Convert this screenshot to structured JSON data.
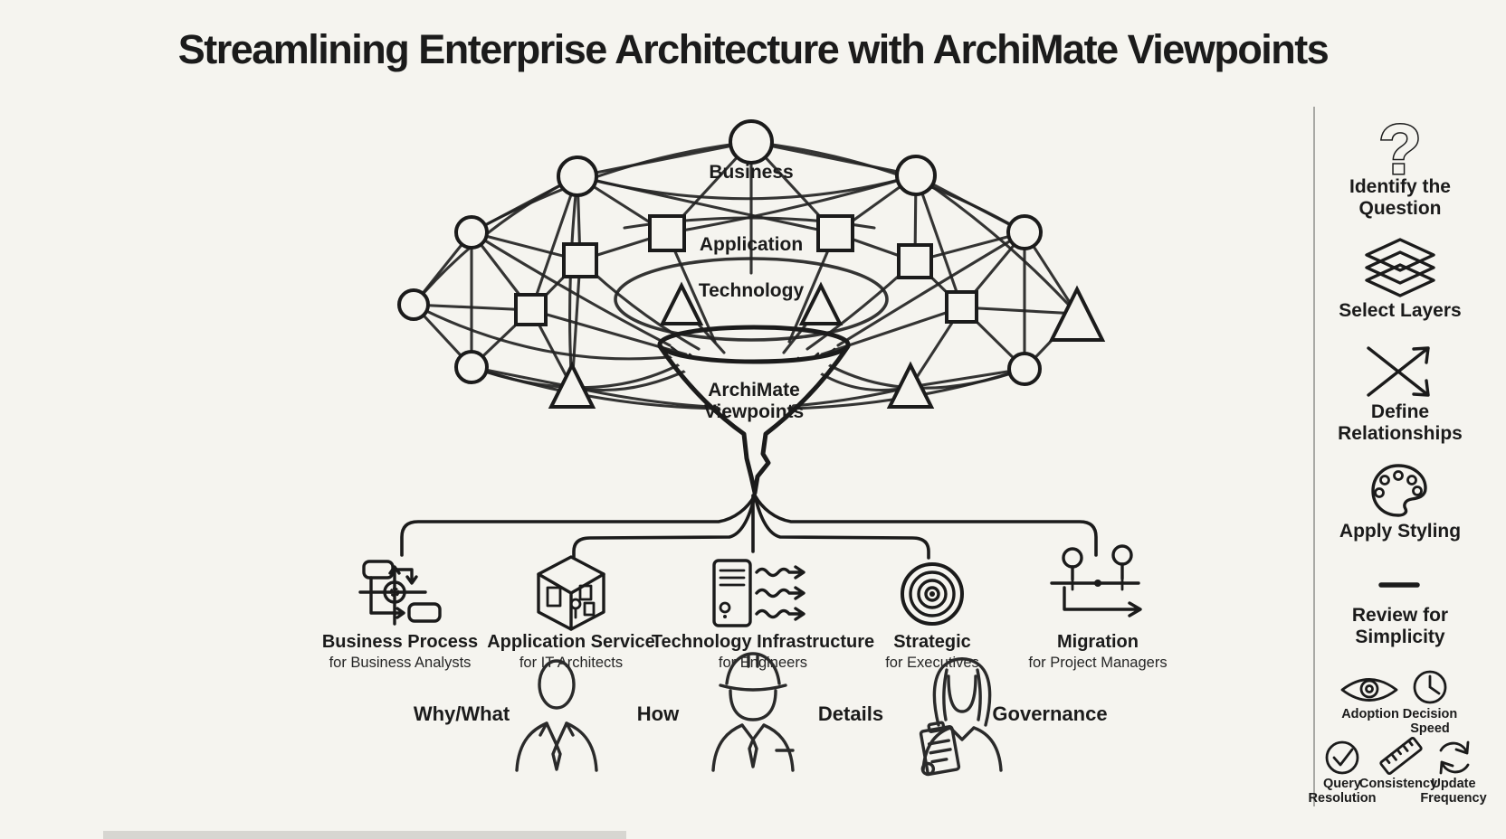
{
  "title": "Streamlining Enterprise Architecture with ArchiMate Viewpoints",
  "network": {
    "layers": [
      "Business",
      "Application",
      "Technology"
    ],
    "funnel_lines": [
      "ArchiMate",
      "Viewpoints"
    ]
  },
  "viewpoints": [
    {
      "name": "Business Process",
      "audience": "for Business Analysts",
      "icon": "flowchart-icon"
    },
    {
      "name": "Application Service",
      "audience": "for IT Architects",
      "icon": "cube-icon"
    },
    {
      "name": "Technology Infrastructure",
      "audience": "for Engineers",
      "icon": "server-icon"
    },
    {
      "name": "Strategic",
      "audience": "for Executives",
      "icon": "target-icon"
    },
    {
      "name": "Migration",
      "audience": "for Project Managers",
      "icon": "roadmap-icon"
    }
  ],
  "personas": {
    "labels": [
      "Why/What",
      "How",
      "Details",
      "Governance"
    ],
    "figures": [
      "business-person",
      "engineer-person",
      "governance-person"
    ]
  },
  "steps": [
    {
      "label": "Identify the Question",
      "lines": [
        "Identify the",
        "Question"
      ],
      "icon": "question-mark-icon"
    },
    {
      "label": "Select Layers",
      "lines": [
        "Select Layers"
      ],
      "icon": "layers-icon"
    },
    {
      "label": "Define Relationships",
      "lines": [
        "Define",
        "Relationships"
      ],
      "icon": "crossed-arrows-icon"
    },
    {
      "label": "Apply Styling",
      "lines": [
        "Apply Styling"
      ],
      "icon": "palette-icon"
    },
    {
      "label": "Review for Simplicity",
      "lines": [
        "Review for",
        "Simplicity"
      ],
      "icon": "minus-icon"
    }
  ],
  "metrics": [
    {
      "label": "Adoption",
      "lines": [
        "Adoption"
      ],
      "icon": "eye-icon"
    },
    {
      "label": "Decision Speed",
      "lines": [
        "Decision",
        "Speed"
      ],
      "icon": "clock-icon"
    },
    {
      "label": "Query Resolution",
      "lines": [
        "Query",
        "Resolution"
      ],
      "icon": "check-circle-icon"
    },
    {
      "label": "Consistency",
      "lines": [
        "Consistency"
      ],
      "icon": "ruler-icon"
    },
    {
      "label": "Update Frequency",
      "lines": [
        "Update",
        "Frequency"
      ],
      "icon": "refresh-icon"
    }
  ],
  "colors": {
    "background": "#f5f4ef",
    "ink": "#1b1b1b",
    "divider": "#8f8f8b",
    "footer_bar": "#d7d6d1"
  }
}
